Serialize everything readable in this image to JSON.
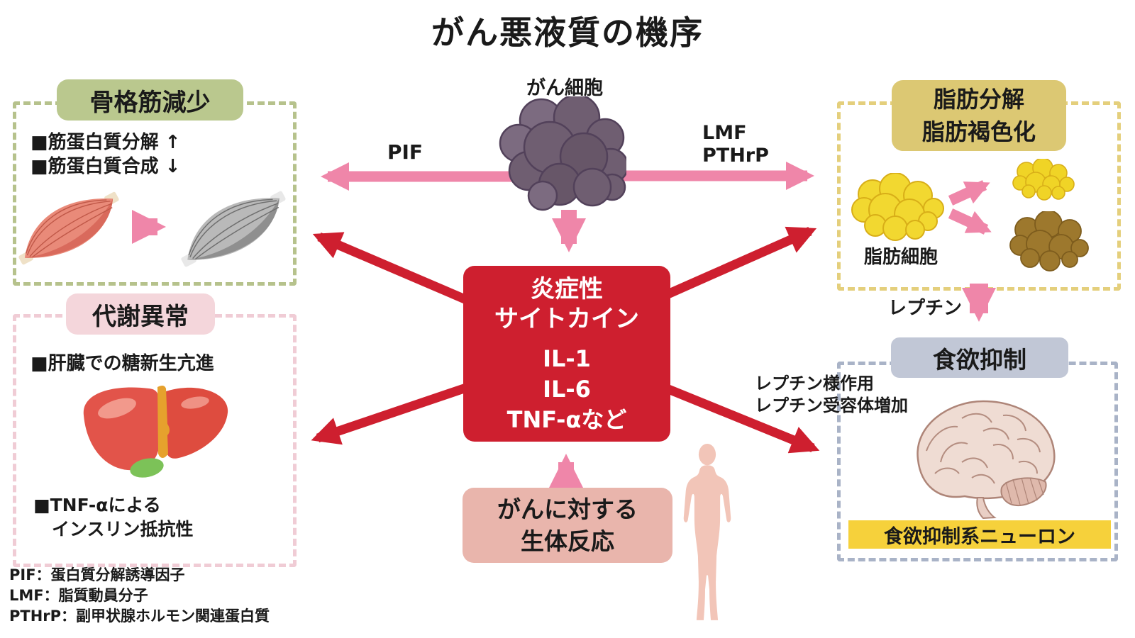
{
  "title": "がん悪液質の機序",
  "cancer_cell_label": "がん細胞",
  "mediators": {
    "pif": "PIF",
    "lmf": "LMF",
    "pthrp": "PTHrP",
    "leptin": "レプチン",
    "leptin_like_1": "レプチン様作用",
    "leptin_like_2": "レプチン受容体増加"
  },
  "skeletal_box": {
    "title": "骨格筋減少",
    "bullets": [
      "■筋蛋白質分解 ↑",
      "■筋蛋白質合成 ↓"
    ]
  },
  "metabolic_box": {
    "title": "代謝異常",
    "bullet_liver": "■肝臓での糖新生亢進",
    "bullet_tnf_1": "■TNF-αによる",
    "bullet_tnf_2": "インスリン抵抗性"
  },
  "fat_box": {
    "title_1": "脂肪分解",
    "title_2": "脂肪褐色化",
    "fat_cell_label": "脂肪細胞"
  },
  "appetite_box": {
    "title": "食欲抑制",
    "neuron_label": "食欲抑制系ニューロン"
  },
  "cytokine_box": {
    "title_1": "炎症性",
    "title_2": "サイトカイン",
    "items": [
      "IL-1",
      "IL-6",
      "TNF-αなど"
    ]
  },
  "response_box": {
    "line_1": "がんに対する",
    "line_2": "生体反応"
  },
  "footnotes": [
    "PIF：蛋白質分解誘導因子",
    "LMF：脂質動員分子",
    "PTHrP：副甲状腺ホルモン関連蛋白質"
  ],
  "colors": {
    "red": "#ce1f2f",
    "pink": "#ef86a9",
    "olive-border": "#b6c28c",
    "olive-fill": "#bac88e",
    "rose-border": "#f0ccd5",
    "rose-fill": "#f4d6db",
    "tan-border": "#e4cf7c",
    "tan-fill": "#dcc873",
    "slate-border": "#a9b3c7",
    "slate-fill": "#c1c7d6",
    "salmon-fill": "#e9b5ac",
    "yellow-bar": "#f6d13b",
    "ink": "#1a1a1a"
  }
}
